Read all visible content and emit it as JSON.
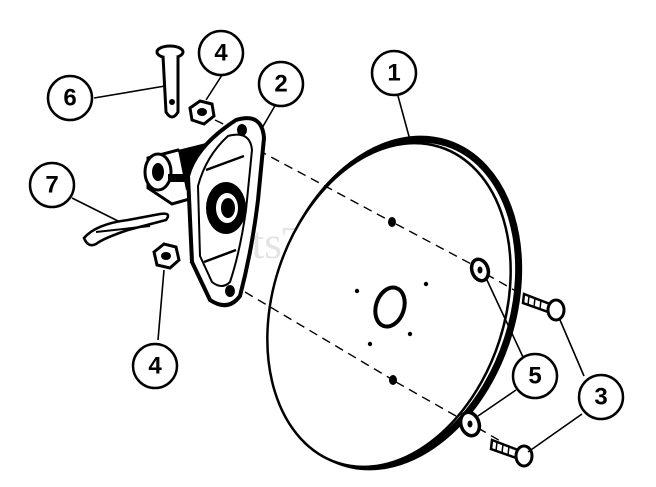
{
  "watermark": {
    "text": "PartsTree",
    "mark": "™"
  },
  "callouts": [
    {
      "id": "1",
      "label": "1"
    },
    {
      "id": "2",
      "label": "2"
    },
    {
      "id": "3",
      "label": "3"
    },
    {
      "id": "4a",
      "label": "4"
    },
    {
      "id": "4b",
      "label": "4"
    },
    {
      "id": "5",
      "label": "5"
    },
    {
      "id": "6",
      "label": "6"
    },
    {
      "id": "7",
      "label": "7"
    }
  ],
  "colors": {
    "ink": "#000000",
    "paper": "#ffffff",
    "watermark": "#cfcfcf"
  }
}
